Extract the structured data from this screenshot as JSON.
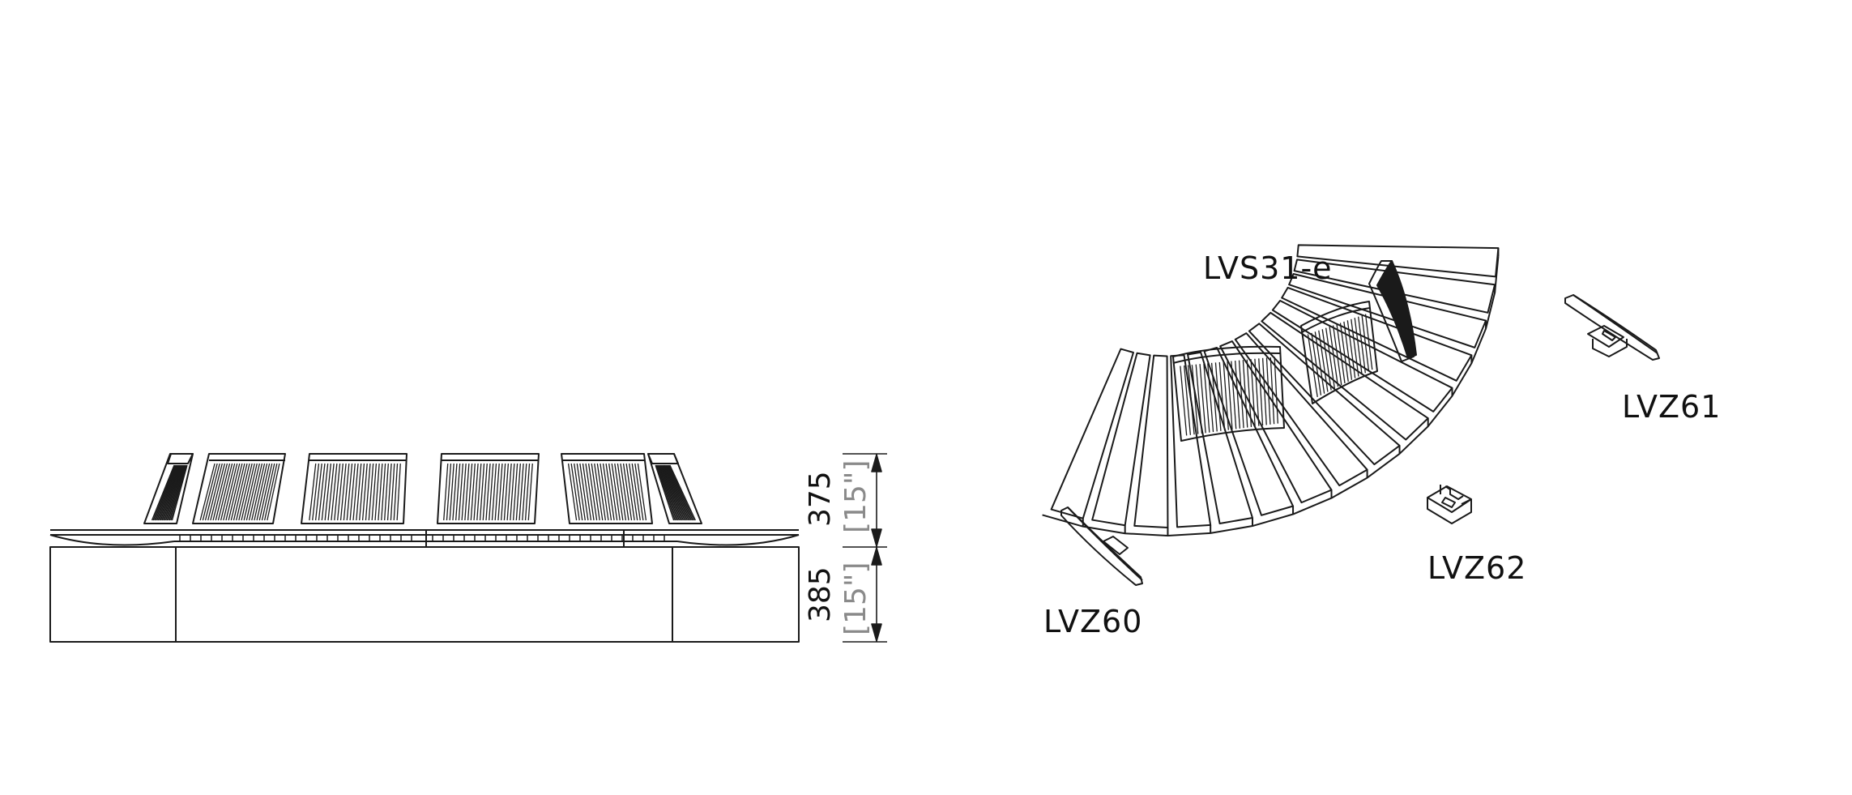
{
  "elevation": {
    "dim_backrest_mm": "375",
    "dim_backrest_in": "[15\"]",
    "dim_seat_mm": "385",
    "dim_seat_in": "[15\"]"
  },
  "labels": {
    "bench": "LVS31-e",
    "end_cap": "LVZ60",
    "clip_a": "LVZ61",
    "clip_b": "LVZ62"
  },
  "colors": {
    "line": "#1a1a1a",
    "imperial": "#8a8a8a"
  }
}
